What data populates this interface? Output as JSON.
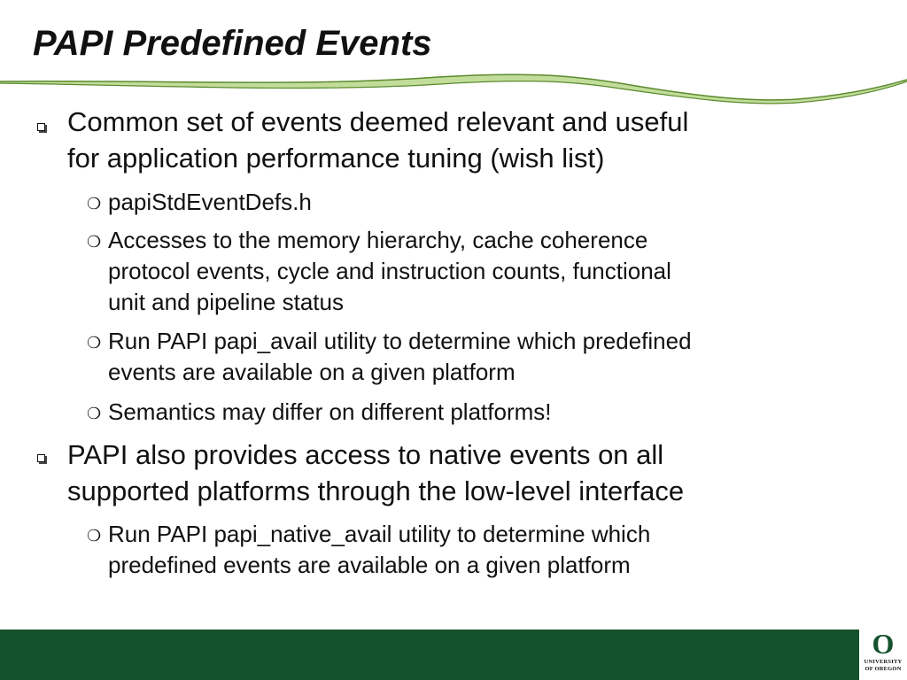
{
  "slide": {
    "title": "PAPI Predefined Events",
    "bullets": [
      {
        "text_line1": "Common set of events deemed relevant and useful",
        "text_line2": "for application performance tuning (wish list)",
        "sub": [
          {
            "lines": [
              "papiStdEventDefs.h"
            ]
          },
          {
            "lines": [
              "Accesses to the memory hierarchy, cache coherence",
              "protocol events, cycle and instruction counts, functional",
              "unit and pipeline status"
            ]
          },
          {
            "lines": [
              "Run PAPI papi_avail utility to determine which predefined",
              "events are available on a given platform"
            ]
          },
          {
            "lines": [
              "Semantics may differ on different platforms!"
            ]
          }
        ]
      },
      {
        "text_line1": "PAPI also provides access to native events on all",
        "text_line2": "supported platforms through the low-level interface",
        "sub": [
          {
            "lines": [
              "Run PAPI papi_native_avail utility to determine which",
              "predefined events are available on a given platform"
            ]
          }
        ]
      }
    ]
  },
  "branding": {
    "logo_letter": "O",
    "logo_line1": "UNIVERSITY",
    "logo_line2": "OF OREGON"
  },
  "colors": {
    "footer_green": "#14512c",
    "swoosh_light": "#c2dd9a",
    "swoosh_dark": "#5b8a2e"
  }
}
